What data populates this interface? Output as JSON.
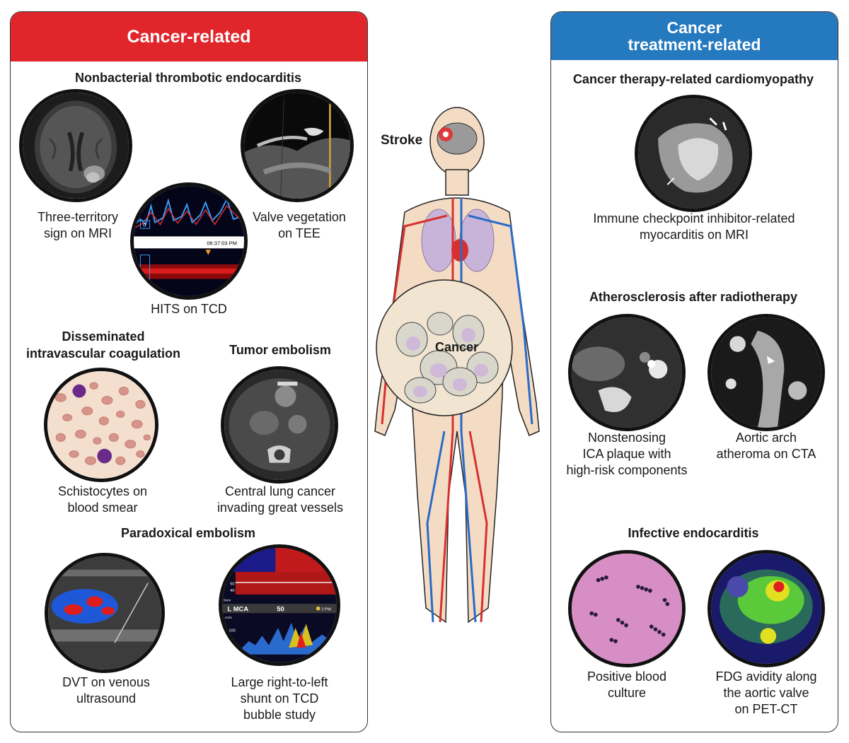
{
  "left_panel": {
    "header": "Cancer-related",
    "header_color": "#e0252b",
    "sections": {
      "nbte": {
        "title": "Nonbacterial thrombotic endocarditis",
        "captions": {
          "mri": [
            "Three-territory",
            "sign on MRI"
          ],
          "tee": [
            "Valve vegetation",
            "on TEE"
          ],
          "tcd": [
            "HITS on TCD"
          ]
        },
        "tcd_time": "06:37:03 PM",
        "tcd_box": "0"
      },
      "dic": {
        "title": [
          "Disseminated",
          "intravascular coagulation"
        ],
        "captions": {
          "smear": [
            "Schistocytes on",
            "blood smear"
          ]
        }
      },
      "tumor": {
        "title": "Tumor embolism",
        "captions": {
          "ct": [
            "Central lung cancer",
            "invading great vessels"
          ]
        }
      },
      "paradoxical": {
        "title": "Paradoxical embolism",
        "captions": {
          "dvt": [
            "DVT on venous",
            "ultrasound"
          ],
          "shunt": [
            "Large right-to-left",
            "shunt on TCD",
            "bubble study"
          ]
        },
        "tcd_labels": {
          "vessel": "L MCA",
          "depth": "50",
          "mode": "2 PW",
          "mm": "5mm",
          "units": "cm/s",
          "ticks": [
            "50",
            "40",
            "100"
          ]
        }
      }
    }
  },
  "center": {
    "stroke_label": "Stroke",
    "cancer_label": "Cancer"
  },
  "right_panel": {
    "header": [
      "Cancer",
      "treatment-related"
    ],
    "header_color": "#2479bf",
    "sections": {
      "cardiomyopathy": {
        "title": "Cancer therapy-related cardiomyopathy",
        "captions": {
          "mri": [
            "Immune checkpoint inhibitor-related",
            "myocarditis on MRI"
          ]
        }
      },
      "athero": {
        "title": "Atherosclerosis after radiotherapy",
        "captions": {
          "ica": [
            "Nonstenosing",
            "ICA plaque with",
            "high-risk components"
          ],
          "arch": [
            "Aortic arch",
            "atheroma on CTA"
          ]
        }
      },
      "endocarditis": {
        "title": "Infective endocarditis",
        "captions": {
          "culture": [
            "Positive blood",
            "culture"
          ],
          "pet": [
            "FDG avidity along",
            "the aortic valve",
            "on PET-CT"
          ]
        }
      }
    }
  }
}
